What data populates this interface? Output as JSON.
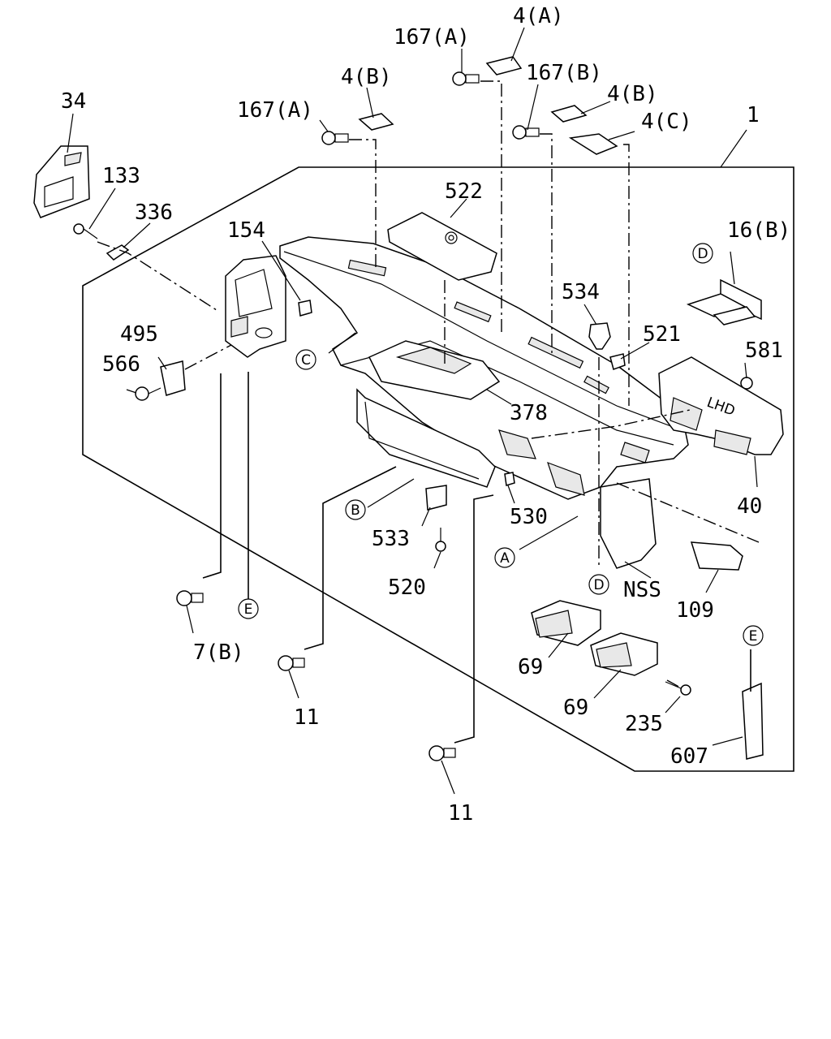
{
  "diagram": {
    "labels": {
      "p1": "1",
      "p4a": "4(A)",
      "p4b_left": "4(B)",
      "p4b_right": "4(B)",
      "p4c": "4(C)",
      "p7b": "7(B)",
      "p11_left": "11",
      "p11_bottom": "11",
      "p16b": "16(B)",
      "p34": "34",
      "p40": "40",
      "p69_left": "69",
      "p69_right": "69",
      "p109": "109",
      "p133": "133",
      "p154": "154",
      "p167a_left": "167(A)",
      "p167a_top": "167(A)",
      "p167b": "167(B)",
      "p235": "235",
      "p336": "336",
      "p378": "378",
      "p495": "495",
      "p520": "520",
      "p521": "521",
      "p522": "522",
      "p530": "530",
      "p533": "533",
      "p534": "534",
      "p566": "566",
      "p581": "581",
      "p607": "607",
      "nss": "NSS"
    },
    "callouts": {
      "a": "A",
      "b": "B",
      "c": "C",
      "d_top": "D",
      "d_bottom": "D",
      "e_left": "E",
      "e_right": "E"
    },
    "duct_marking": "LHD"
  }
}
